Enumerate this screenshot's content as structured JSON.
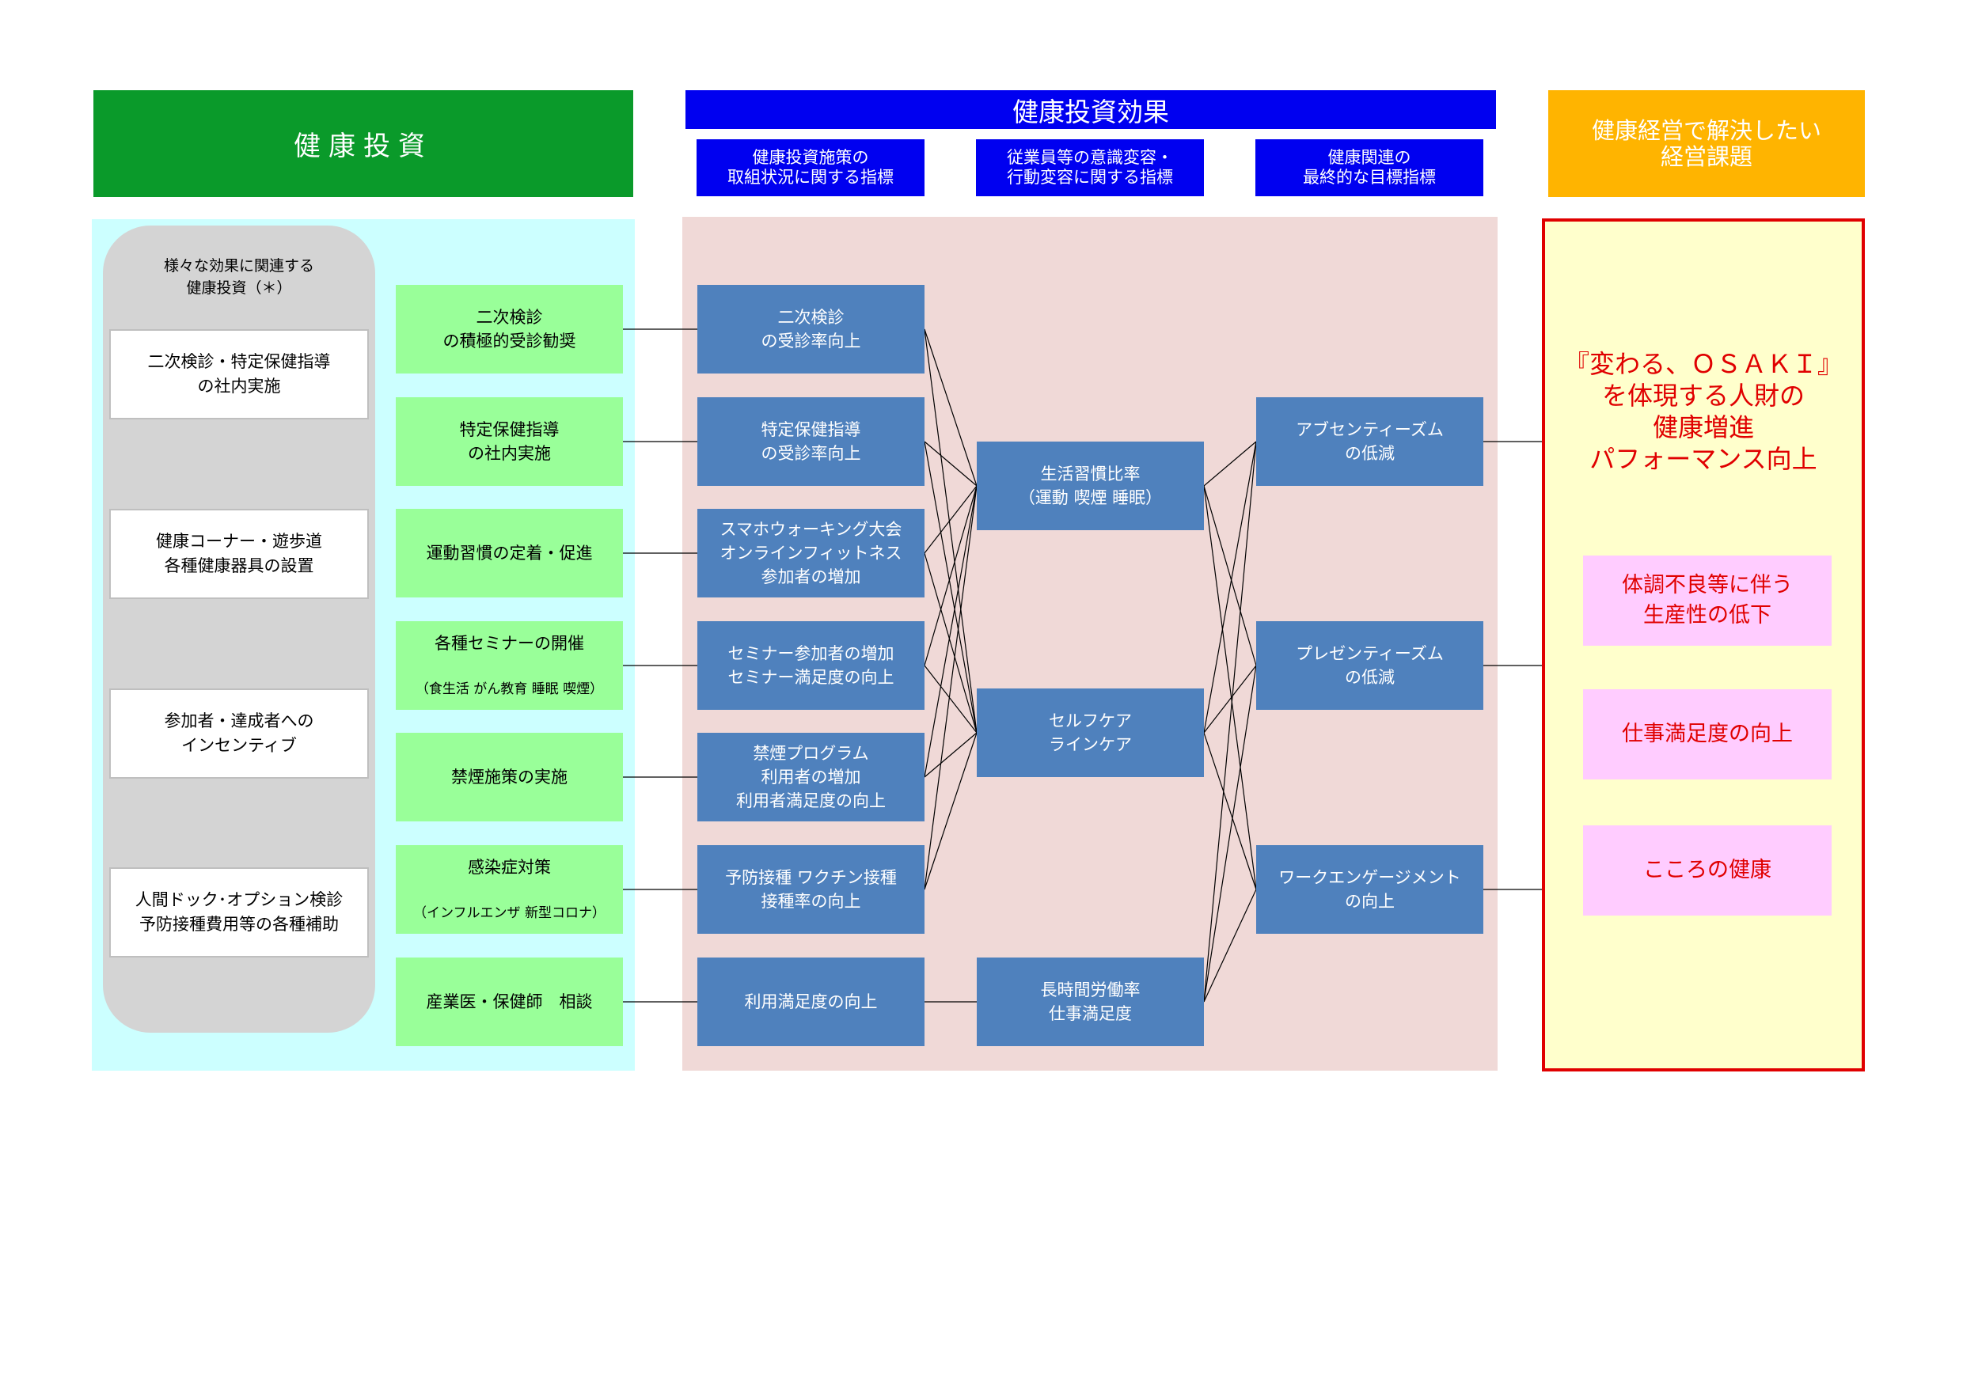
{
  "headers": {
    "investment": "健康投資",
    "effect": "健康投資効果",
    "effect_sub": [
      "健康投資施策の\n取組状況に関する指標",
      "従業員等の意識変容・\n行動変容に関する指標",
      "健康関連の\n最終的な目標指標"
    ],
    "issue": "健康経営で解決したい\n経営課題"
  },
  "general_investment": {
    "title": "様々な効果に関連する\n健康投資（＊）",
    "items": [
      "二次検診・特定保健指導\nの社内実施",
      "健康コーナー・遊歩道\n各種健康器具の設置",
      "参加者・達成者への\nインセンティブ",
      "人間ドック･オプション検診\n予防接種費用等の各種補助"
    ]
  },
  "investments": [
    {
      "main": "二次検診\nの積極的受診勧奨",
      "sub": ""
    },
    {
      "main": "特定保健指導\nの社内実施",
      "sub": ""
    },
    {
      "main": "運動習慣の定着・促進",
      "sub": ""
    },
    {
      "main": "各種セミナーの開催",
      "sub": "（食生活 がん教育 睡眠 喫煙）"
    },
    {
      "main": "禁煙施策の実施",
      "sub": ""
    },
    {
      "main": "感染症対策",
      "sub": "（インフルエンザ 新型コロナ）"
    },
    {
      "main": "産業医・保健師　相談",
      "sub": ""
    }
  ],
  "indicators_effort": [
    "二次検診\nの受診率向上",
    "特定保健指導\nの受診率向上",
    "スマホウォーキング大会\nオンラインフィットネス\n参加者の増加",
    "セミナー参加者の増加\nセミナー満足度の向上",
    "禁煙プログラム\n利用者の増加\n利用者満足度の向上",
    "予防接種 ワクチン接種\n接種率の向上",
    "利用満足度の向上"
  ],
  "indicators_behavior": [
    "生活習慣比率\n（運動 喫煙 睡眠）",
    "セルフケア\nラインケア",
    "長時間労働率\n仕事満足度"
  ],
  "indicators_final": [
    "アブセンティーズム\nの低減",
    "プレゼンティーズム\nの低減",
    "ワークエンゲージメント\nの向上"
  ],
  "issues": {
    "main": "『変わる、ＯＳＡＫＩ』\nを体現する人財の\n健康増進\nパフォーマンス向上",
    "items": [
      "体調不良等に伴う\n生産性の低下",
      "仕事満足度の向上",
      "こころの健康"
    ]
  },
  "colors": {
    "investment_header": "#0a9a2a",
    "effect_header": "#0000f0",
    "issue_header": "#ffb400",
    "green_box": "#99ff99",
    "blue_box": "#4f81bd",
    "issue_red": "#e00000",
    "pink_box": "#ffccff"
  }
}
